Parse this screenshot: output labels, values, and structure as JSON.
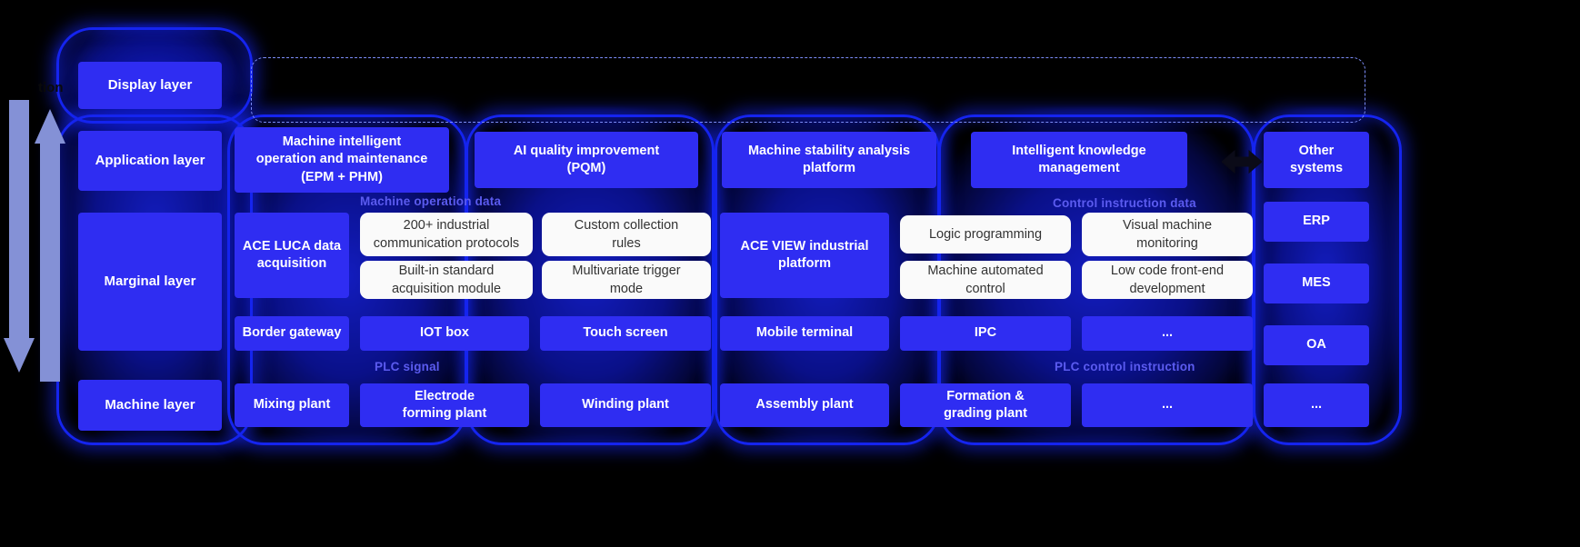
{
  "diagram": {
    "title_fragment": "tion",
    "flow_labels": {
      "machine_operation_data": "Machine operation data",
      "control_instruction_data": "Control instruction data",
      "plc_signal": "PLC signal",
      "plc_control_instruction": "PLC control instruction"
    },
    "colors": {
      "box_fill": "#2f2df2",
      "white_box_fill": "#fafafa",
      "glow": "#1524ef",
      "flow_label": "#5b5bf0",
      "arrow": "#8491d6",
      "dashed": "#7b8cf7",
      "background": "#000000"
    },
    "arrows": {
      "down_arrow": "down-arrow",
      "up_arrow": "up-arrow",
      "bidirectional": "bidirectional-arrow"
    }
  },
  "layers": {
    "display": {
      "label": "Display layer"
    },
    "application": {
      "label": "Application layer"
    },
    "marginal": {
      "label": "Marginal layer"
    },
    "machine": {
      "label": "Machine layer"
    }
  },
  "application_row": [
    {
      "label": "Machine intelligent\noperation and maintenance\n(EPM + PHM)"
    },
    {
      "label": "AI quality improvement\n(PQM)"
    },
    {
      "label": "Machine stability analysis\nplatform"
    },
    {
      "label": "Intelligent knowledge\nmanagement"
    }
  ],
  "marginal_row": {
    "left_platform": {
      "label": "ACE LUCA data\nacquisition"
    },
    "left_cards": [
      {
        "label": "200+ industrial\ncommunication protocols"
      },
      {
        "label": "Custom collection\nrules"
      },
      {
        "label": "Built-in standard\nacquisition module"
      },
      {
        "label": "Multivariate trigger\nmode"
      }
    ],
    "right_platform": {
      "label": "ACE VIEW industrial\nplatform"
    },
    "right_cards": [
      {
        "label": "Logic programming"
      },
      {
        "label": "Visual machine\nmonitoring"
      },
      {
        "label": "Machine automated\ncontrol"
      },
      {
        "label": "Low code front-end\ndevelopment"
      }
    ]
  },
  "device_row": [
    {
      "label": "Border gateway"
    },
    {
      "label": "IOT box"
    },
    {
      "label": "Touch screen"
    },
    {
      "label": "Mobile terminal"
    },
    {
      "label": "IPC"
    },
    {
      "label": "..."
    }
  ],
  "machine_row": [
    {
      "label": "Mixing plant"
    },
    {
      "label": "Electrode\nforming plant"
    },
    {
      "label": "Winding plant"
    },
    {
      "label": "Assembly plant"
    },
    {
      "label": "Formation &\ngrading plant"
    },
    {
      "label": "..."
    }
  ],
  "right_column": [
    {
      "label": "Other\nsystems"
    },
    {
      "label": "ERP"
    },
    {
      "label": "MES"
    },
    {
      "label": "OA"
    },
    {
      "label": "..."
    }
  ]
}
